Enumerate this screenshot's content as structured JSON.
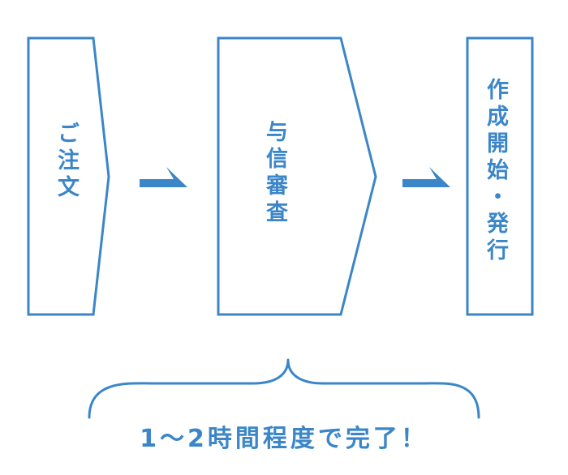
{
  "diagram": {
    "steps": [
      {
        "label": "ご注文"
      },
      {
        "label": "与信審査"
      },
      {
        "label": "作成開始・発行"
      }
    ],
    "caption": "1〜2時間程度で完了！"
  },
  "colors": {
    "accent": "#3a86c8",
    "background": "#ffffff"
  }
}
